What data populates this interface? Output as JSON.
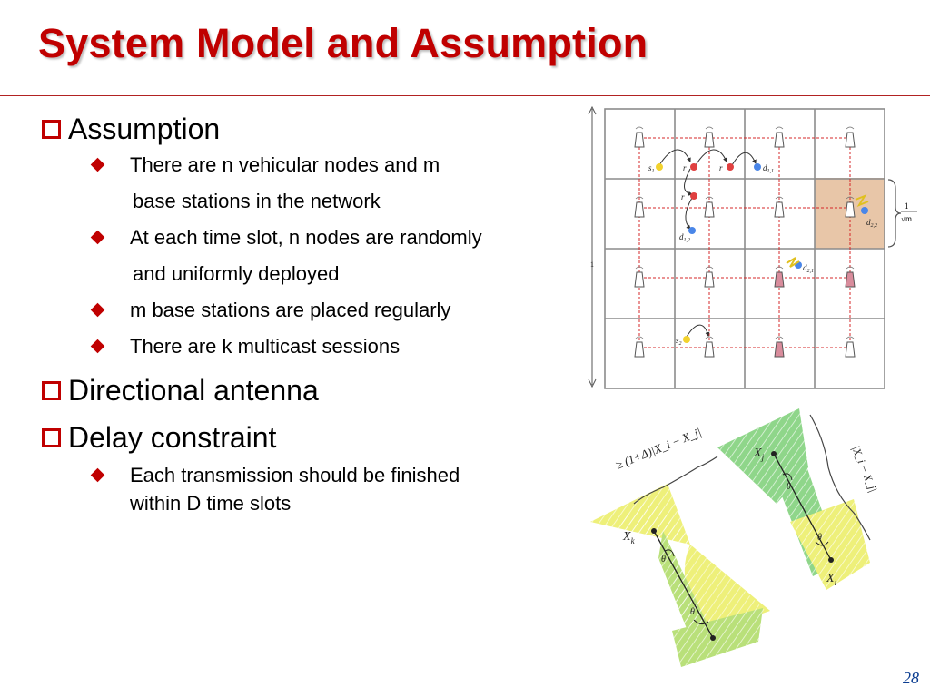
{
  "slide": {
    "title": "System Model and Assumption",
    "page_number": "28",
    "sections": [
      {
        "heading": "Assumption",
        "bullets": [
          {
            "line1": "There are n vehicular nodes and m",
            "line2": "base stations in the network"
          },
          {
            "line1": "At each time slot, n nodes are randomly",
            "line2": "and uniformly deployed"
          },
          {
            "line1": "m base stations are placed regularly"
          },
          {
            "line1": "There are k multicast sessions"
          }
        ]
      },
      {
        "heading": "Directional antenna"
      },
      {
        "heading": "Delay constraint",
        "bullets": [
          {
            "line1": "Each transmission should be finished",
            "line2": "within D time slots"
          }
        ]
      }
    ]
  },
  "grid_figure": {
    "side_label": "1",
    "cell_label_num": "1",
    "cell_label_den": "√m",
    "labels": {
      "s1": "s",
      "s1_sub": "1",
      "r": "r",
      "d11": "d",
      "d11_sub": "1,1",
      "d12": "d",
      "d12_sub": "1,2",
      "d22": "d",
      "d22_sub": "2,2",
      "d21": "d",
      "d21_sub": "2,1",
      "s2": "s",
      "s2_sub": "2"
    },
    "colors": {
      "grid": "#8c8c8c",
      "dashed": "#d62728",
      "highlight": "#e8c6a8",
      "source": "#f2d22e",
      "relay": "#e04040",
      "dest": "#4a86e8",
      "tower_red": "#d98c9c"
    }
  },
  "antenna_figure": {
    "label_xk": "X",
    "label_xk_sub": "k",
    "label_xj": "X",
    "label_xj_sub": "j",
    "label_xi": "X",
    "label_xi_sub": "i",
    "theta": "θ",
    "dist_label": "≥ (1+Δ)|X_i − X_j|",
    "dist_label_right": "|X_i − X_j|",
    "colors": {
      "yellow": "#eef07a",
      "green": "#8fd68a",
      "hatch": "#ffffff"
    }
  }
}
